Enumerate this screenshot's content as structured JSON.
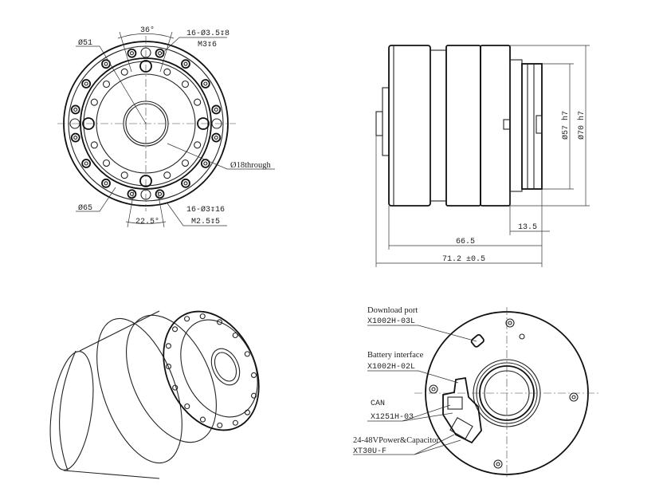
{
  "front_view": {
    "angle_top": "36°",
    "angle_bottom": "22.5°",
    "dia_51": "Ø51",
    "dia_65": "Ø65",
    "dia_18": "Ø18through",
    "holes_top_1": "16-Ø3.5↧8",
    "holes_top_2": "M3↧6",
    "holes_bottom_1": "16-Ø3↧16",
    "holes_bottom_2": "M2.5↧5"
  },
  "side_view": {
    "dia_57": "Ø57 h7",
    "dia_70": "Ø70 h7",
    "len_13_5": "13.5",
    "len_66_5": "66.5",
    "len_71_2": "71.2 ±0.5"
  },
  "rear_view": {
    "download_port": "Download port",
    "download_port_part": "X1002H-03L",
    "battery_interface": "Battery interface",
    "battery_interface_part": "X1002H-02L",
    "can": "CAN",
    "can_part": "X1251H-03",
    "power": "24-48VPower&Capacitor",
    "power_part": "XT30U-F"
  }
}
